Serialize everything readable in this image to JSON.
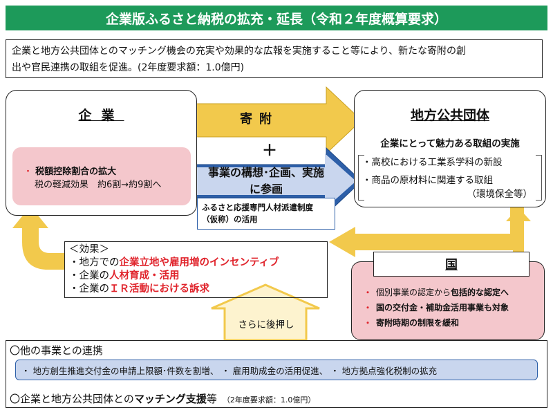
{
  "title": "企業版ふるさと納税の拡充・延長（令和２年度概算要求）",
  "intro": {
    "line1": "企業と地方公共団体とのマッチング機会の充実や効果的な広報を実施すること等により、新たな寄附の創",
    "line2": "出や官民連携の取組を促進。(2年度要求額：1.0億円)"
  },
  "corporation": {
    "heading": "企業",
    "tax_title": "税額控除割合の拡大",
    "tax_detail": "税の軽減効果　約6割→約9割へ"
  },
  "flow": {
    "donation": "寄附",
    "plus": "＋",
    "project_line1": "事業の構想･企画、実施",
    "project_line2": "に参画",
    "dispatch_line1": "ふるさと応援専門人材派遣制度",
    "dispatch_line2": "（仮称）の活用"
  },
  "local_gov": {
    "heading": "地方公共団体",
    "subtitle": "企業にとって魅力ある取組の実施",
    "items": [
      "・高校における工業系学科の新設",
      "・商品の原材料に関連する取組"
    ],
    "note": "（環境保全等）"
  },
  "effects": {
    "heading": "＜効果＞",
    "items": [
      {
        "prefix": "・地方での",
        "highlight": "企業立地や雇用増のインセンティブ"
      },
      {
        "prefix": "・企業の",
        "highlight": "人材育成・活用"
      },
      {
        "prefix": "・企業の",
        "highlight": "ＩＲ活動における訴求"
      }
    ]
  },
  "government": {
    "heading": "国",
    "items": [
      {
        "plain": "個別事業の認定から",
        "bold": "包括的な認定へ"
      },
      {
        "plain": "",
        "bold": "国の交付金・補助金活用事業も対象"
      },
      {
        "plain": "",
        "bold": "寄附時期の制限を緩和"
      }
    ]
  },
  "push": "さらに後押し",
  "other": {
    "heading": "〇他の事業との連携",
    "content": "・ 地方創生推進交付金の申請上限額･件数を割増、 ・ 雇用助成金の活用促進、 ・ 地方拠点強化税制の拡充"
  },
  "matching": {
    "prefix": "〇企業と地方公共団体との",
    "bold": "マッチング支援",
    "suffix": "等",
    "budget": "（2年度要求額：1.0億円）"
  },
  "colors": {
    "title_bg": "#1d9a5a",
    "arrow_yellow": "#f2c94c",
    "arrow_blue": "#2d5fa8",
    "pink": "#f4c7cc",
    "light_blue": "#c9d6ee",
    "red": "#e0242c"
  }
}
